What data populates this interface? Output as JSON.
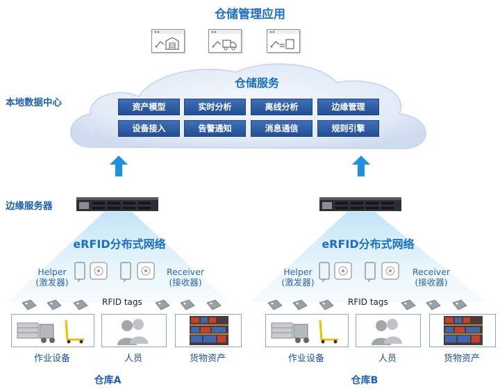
{
  "top_title": "仓储管理应用",
  "app_icons": [
    "warehouse-app-icon",
    "truck-app-icon",
    "document-app-icon"
  ],
  "cloud": {
    "title": "仓储服务",
    "services": [
      "资产模型",
      "实时分析",
      "离线分析",
      "边缘管理",
      "设备接入",
      "告警通知",
      "消息通信",
      "规则引擎"
    ]
  },
  "labels": {
    "local_datacenter": "本地数据中心",
    "edge_server": "边缘服务器"
  },
  "warehouses": [
    {
      "network_title": "eRFID分布式网络",
      "helper": "Helper",
      "helper_cn": "(激发器)",
      "receiver": "Receiver",
      "receiver_cn": "(接收器)",
      "rfid_tags": "RFID tags",
      "items": [
        "作业设备",
        "人员",
        "货物资产"
      ],
      "name": "仓库A"
    },
    {
      "network_title": "eRFID分布式网络",
      "helper": "Helper",
      "helper_cn": "(激发器)",
      "receiver": "Receiver",
      "receiver_cn": "(接收器)",
      "rfid_tags": "RFID tags",
      "items": [
        "作业设备",
        "人员",
        "货物资产"
      ],
      "name": "仓库B"
    }
  ],
  "colors": {
    "accent_blue": "#1a6fc4",
    "service_button": "#2d5da6",
    "cloud_fill": "#dfe8f6",
    "arrow": "#1e90e0"
  }
}
